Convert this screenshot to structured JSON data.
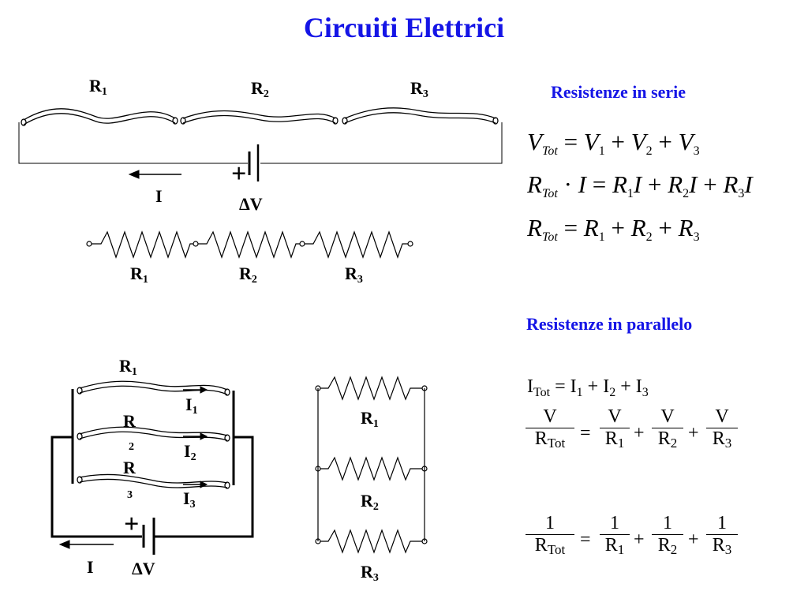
{
  "title": "Circuiti Elettrici",
  "series": {
    "heading": "Resistenze in serie",
    "wire_labels": {
      "r1": "R",
      "r1_sub": "1",
      "r2": "R",
      "r2_sub": "2",
      "r3": "R",
      "r3_sub": "3"
    },
    "current_label": "I",
    "voltage_label": "ΔV",
    "plus_sign": "+",
    "zigzag_labels": {
      "r1": "R",
      "r1_sub": "1",
      "r2": "R",
      "r2_sub": "2",
      "r3": "R",
      "r3_sub": "3"
    },
    "equations": {
      "eq1": {
        "lhs": "V",
        "lhs_sub": "Tot",
        "op": "=",
        "t1": "V",
        "t1_sub": "1",
        "t2": "V",
        "t2_sub": "2",
        "t3": "V",
        "t3_sub": "3"
      },
      "eq2": {
        "lhs": "R",
        "lhs_sub": "Tot",
        "dot": "·",
        "cur": "I",
        "op": "=",
        "t1": "R",
        "t1_sub": "1",
        "t2": "R",
        "t2_sub": "2",
        "t3": "R",
        "t3_sub": "3"
      },
      "eq3": {
        "lhs": "R",
        "lhs_sub": "Tot",
        "op": "=",
        "t1": "R",
        "t1_sub": "1",
        "t2": "R",
        "t2_sub": "2",
        "t3": "R",
        "t3_sub": "3"
      }
    }
  },
  "parallel": {
    "heading": "Resistenze in parallelo",
    "wire_labels": {
      "r1": "R",
      "r1_sub": "1",
      "r2": "R",
      "r2_sub": "2",
      "r3": "R",
      "r3_sub": "3"
    },
    "currents": {
      "i1": "I",
      "i1_sub": "1",
      "i2": "I",
      "i2_sub": "2",
      "i3": "I",
      "i3_sub": "3"
    },
    "current_label": "I",
    "voltage_label": "ΔV",
    "plus_sign": "+",
    "zigzag_labels": {
      "r1": "R",
      "r1_sub": "1",
      "r2": "R",
      "r2_sub": "2",
      "r3": "R",
      "r3_sub": "3"
    },
    "equations": {
      "current": {
        "lhs": "I",
        "lhs_sub": "Tot",
        "op": "=",
        "t1": "I",
        "t1_sub": "1",
        "t2": "I",
        "t2_sub": "2",
        "t3": "I",
        "t3_sub": "3"
      },
      "voltage": {
        "num": "V",
        "den": "R",
        "den_sub": "Tot",
        "op": "=",
        "f1_num": "V",
        "f1_den": "R",
        "f1_sub": "1",
        "f2_num": "V",
        "f2_den": "R",
        "f2_sub": "2",
        "f3_num": "V",
        "f3_den": "R",
        "f3_sub": "3"
      },
      "reciprocal": {
        "num": "1",
        "den": "R",
        "den_sub": "Tot",
        "op": "=",
        "f1_num": "1",
        "f1_den": "R",
        "f1_sub": "1",
        "f2_num": "1",
        "f2_den": "R",
        "f2_sub": "2",
        "f3_num": "1",
        "f3_den": "R",
        "f3_sub": "3"
      }
    }
  },
  "plus_operator": "+"
}
